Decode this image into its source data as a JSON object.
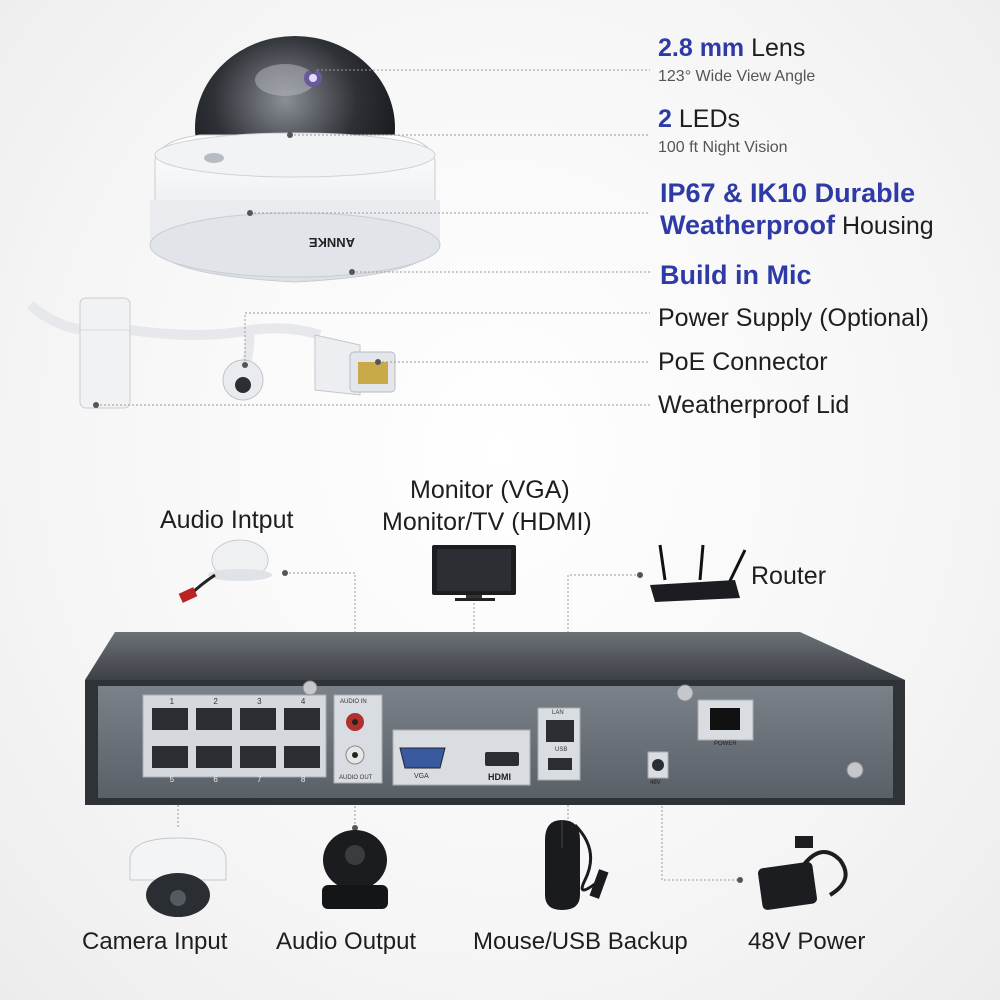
{
  "features": {
    "lens": {
      "value": "2.8 mm",
      "label": "Lens",
      "sub": "123° Wide View Angle"
    },
    "leds": {
      "value": "2",
      "label": "LEDs",
      "sub": "100 ft Night Vision"
    },
    "housing": {
      "line1": "IP67 & IK10 Durable",
      "line2_bold": "Weatherproof",
      "line2_rest": "Housing"
    },
    "mic": "Build in Mic",
    "power_supply": "Power Supply (Optional)",
    "poe": "PoE Connector",
    "lid": "Weatherproof Lid"
  },
  "camera_brand": "ANNKE",
  "connections": {
    "audio_input": "Audio Intput",
    "monitor_vga": "Monitor (VGA)",
    "monitor_hdmi": "Monitor/TV (HDMI)",
    "router": "Router"
  },
  "nvr_panel": {
    "port_numbers": [
      "1",
      "2",
      "3",
      "4",
      "5",
      "6",
      "7",
      "8"
    ],
    "audio_in": "AUDIO IN",
    "audio_out": "AUDIO OUT",
    "vga": "VGA",
    "hdmi": "HDMI",
    "lan": "LAN",
    "usb": "USB",
    "power": "POWER",
    "dc": "48V"
  },
  "bottom_labels": {
    "camera_input": "Camera Input",
    "audio_output": "Audio Output",
    "mouse_usb": "Mouse/USB Backup",
    "power": "48V Power"
  },
  "colors": {
    "accent_blue": "#2e3aa6",
    "nvr_body": "#3a3d42",
    "nvr_panel": "#5b6169"
  }
}
